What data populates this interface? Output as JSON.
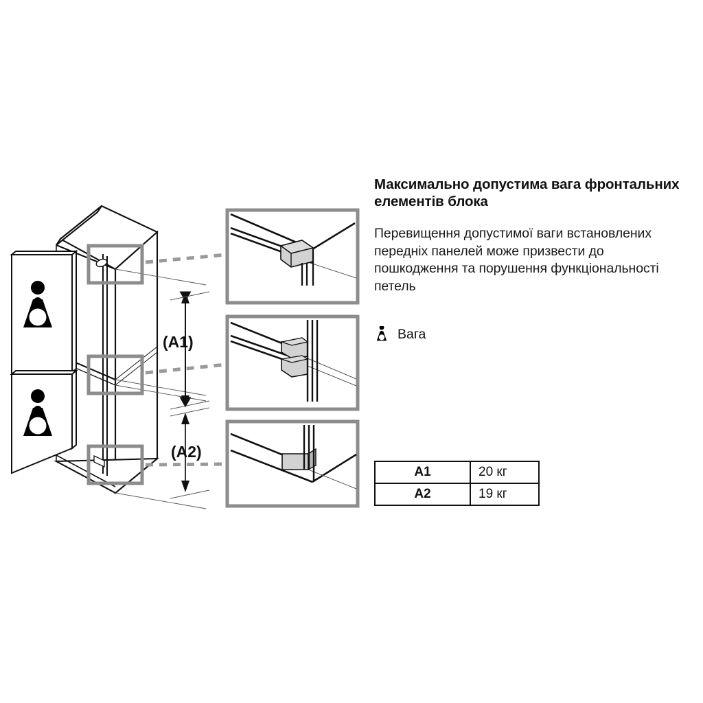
{
  "heading": "Максимально допустима вага фронтальних елементів блока",
  "body_text": "Перевищення допустимої ваги встановлених передніх панелей може призвести до пошкодження та порушення функціональності петель",
  "legend": {
    "icon": "weight-icon",
    "label": "Вага"
  },
  "dimensions": {
    "a1_label": "(A1)",
    "a2_label": "(A2)"
  },
  "table": {
    "rows": [
      {
        "key": "A1",
        "value": "20 кг"
      },
      {
        "key": "A2",
        "value": "19 кг"
      }
    ]
  },
  "colors": {
    "line": "#111111",
    "highlight_box": "#8c8c8c",
    "leader_dash": "#9a9a9a",
    "hinge_fill": "#d2d2d2",
    "panel_fill": "#ffffff"
  },
  "illustration": {
    "name": "built-in-fridge-isometric",
    "panels": [
      {
        "name": "upper-front-panel",
        "icon": "weight-icon"
      },
      {
        "name": "lower-front-panel",
        "icon": "weight-icon"
      }
    ],
    "highlight_boxes": [
      "top-hinge-zone",
      "middle-hinge-zone",
      "bottom-hinge-zone"
    ],
    "callouts": [
      "top-hinge-detail",
      "middle-hinge-detail",
      "bottom-hinge-detail"
    ]
  }
}
